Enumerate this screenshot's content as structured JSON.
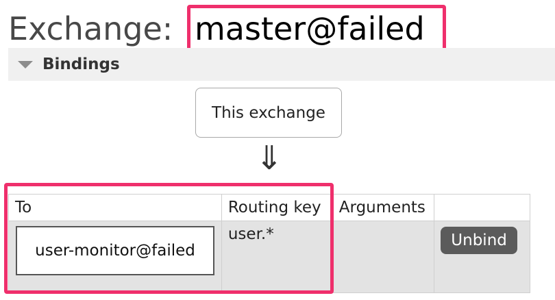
{
  "page": {
    "title_prefix": "Exchange:",
    "exchange_name": "master@failed"
  },
  "bindings_section": {
    "title": "Bindings",
    "source_box": "This exchange",
    "arrow": "⇓"
  },
  "table": {
    "headers": {
      "to": "To",
      "routing_key": "Routing key",
      "arguments": "Arguments"
    },
    "rows": [
      {
        "to": "user-monitor@failed",
        "routing_key": "user.*",
        "arguments": "",
        "action_label": "Unbind"
      }
    ]
  },
  "colors": {
    "highlight": "#ef2f6c",
    "unbind_button": "#5b5b5b",
    "section_header_bg": "#f0f0f0",
    "table_row_bg": "#e3e3e3"
  },
  "icons": {
    "collapse": "triangle-down-icon",
    "flow_arrow": "double-arrow-down-icon"
  }
}
